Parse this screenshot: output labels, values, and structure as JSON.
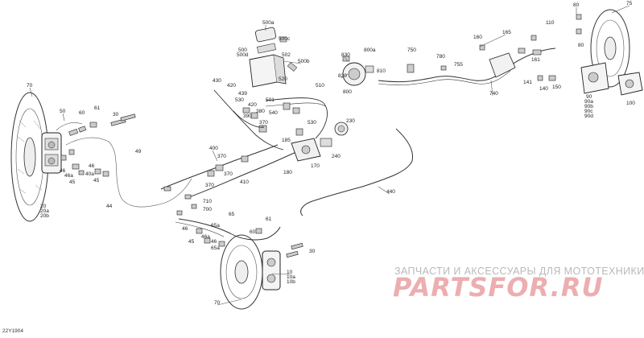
{
  "diagram": {
    "reference_code": "22Y1904",
    "watermark": {
      "line1": "ЗАПЧАСТИ И АКСЕССУАРЫ ДЛЯ МОТОТЕХНИКИ",
      "line2": "PARTSFOR.RU"
    },
    "callouts": [
      "70",
      "50",
      "60",
      "61",
      "30",
      "20",
      "20a",
      "20b",
      "46",
      "46a",
      "45",
      "46",
      "40a",
      "45",
      "44",
      "49",
      "400",
      "370",
      "370",
      "370",
      "410",
      "440",
      "430",
      "420",
      "420",
      "439",
      "370",
      "380",
      "390",
      "500a",
      "500c",
      "500",
      "500d",
      "502",
      "500b",
      "510",
      "520",
      "530",
      "501",
      "540",
      "530",
      "185",
      "180",
      "170",
      "230",
      "240",
      "830",
      "800a",
      "820",
      "800",
      "810",
      "750",
      "780",
      "755",
      "160",
      "165",
      "110",
      "740",
      "161",
      "141",
      "140",
      "150",
      "80",
      "75",
      "80",
      "90",
      "90a",
      "90b",
      "90c",
      "90d",
      "100",
      "710",
      "700",
      "65",
      "61",
      "60",
      "46",
      "46a",
      "45",
      "65a",
      "46",
      "65a",
      "30",
      "10",
      "10a",
      "10b",
      "70"
    ]
  }
}
